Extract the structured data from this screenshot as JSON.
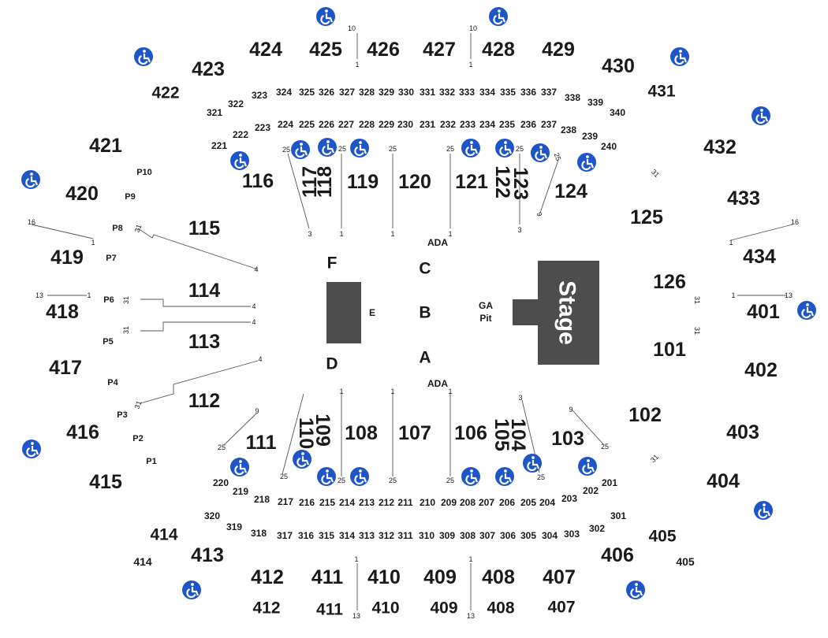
{
  "floor": {
    "stage": "Stage",
    "pit": [
      "GA",
      "Pit"
    ],
    "letters": [
      "A",
      "B",
      "C",
      "D",
      "E",
      "F"
    ],
    "ada": "ADA"
  },
  "sections": {
    "s100": [
      "101",
      "102",
      "103",
      "104",
      "105",
      "106",
      "107",
      "108",
      "109",
      "110",
      "111",
      "112",
      "113",
      "114",
      "115",
      "116",
      "117",
      "118",
      "119",
      "120",
      "121",
      "122",
      "123",
      "124",
      "125",
      "126"
    ],
    "s200": [
      "201",
      "202",
      "203",
      "204",
      "205",
      "206",
      "207",
      "208",
      "209",
      "210",
      "211",
      "212",
      "213",
      "214",
      "215",
      "216",
      "217",
      "218",
      "219",
      "220",
      "221",
      "222",
      "223",
      "224",
      "225",
      "226",
      "227",
      "228",
      "229",
      "230",
      "231",
      "232",
      "233",
      "234",
      "235",
      "236",
      "237",
      "238",
      "239",
      "240"
    ],
    "s300": [
      "301",
      "302",
      "303",
      "304",
      "305",
      "306",
      "307",
      "308",
      "309",
      "310",
      "311",
      "312",
      "313",
      "314",
      "315",
      "316",
      "317",
      "318",
      "319",
      "320",
      "321",
      "322",
      "323",
      "324",
      "325",
      "326",
      "327",
      "328",
      "329",
      "330",
      "331",
      "332",
      "333",
      "334",
      "335",
      "336",
      "337",
      "338",
      "339",
      "340"
    ],
    "s400": [
      "401",
      "402",
      "403",
      "404",
      "405",
      "406",
      "407",
      "408",
      "409",
      "410",
      "411",
      "412",
      "413",
      "414",
      "415",
      "416",
      "417",
      "418",
      "419",
      "420",
      "421",
      "422",
      "423",
      "424",
      "425",
      "426",
      "427",
      "428",
      "429",
      "430",
      "431",
      "432",
      "433",
      "434"
    ],
    "lower400": [
      "405",
      "407",
      "408",
      "409",
      "410",
      "411",
      "412",
      "414"
    ],
    "parterre": [
      "P1",
      "P2",
      "P3",
      "P4",
      "P5",
      "P6",
      "P7",
      "P8",
      "P9",
      "P10"
    ]
  },
  "row_numbers": [
    "1",
    "3",
    "4",
    "9",
    "10",
    "13",
    "16",
    "25",
    "31"
  ],
  "icons": {
    "accessible": "wheelchair-icon"
  },
  "colors": {
    "accessible": "#1e55c8",
    "floor_block": "#4d4d4d",
    "text": "#1a1a1a"
  }
}
